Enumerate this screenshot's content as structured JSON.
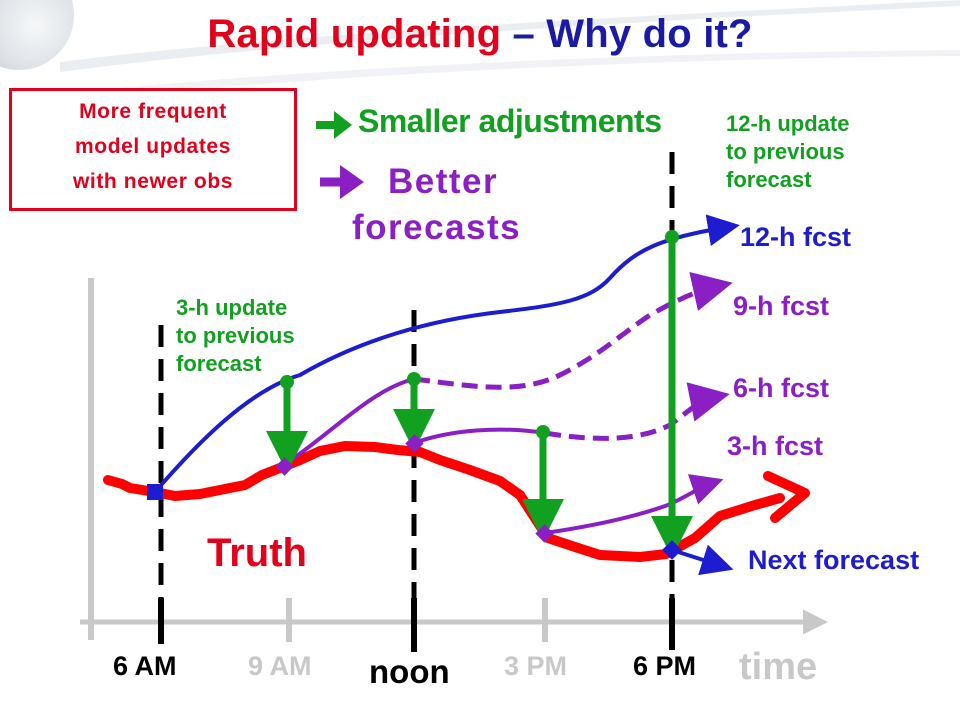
{
  "title": {
    "part1": "Rapid updating",
    "part2": " – Why do it?"
  },
  "box_text": [
    "More frequent",
    "model updates",
    "with newer obs"
  ],
  "result1": "Smaller adjustments",
  "result2_line1": "Better",
  "result2_line2": "forecasts",
  "update12_note": [
    "12-h update",
    "to previous",
    "forecast"
  ],
  "update3_note": [
    "3-h update",
    "to previous",
    "forecast"
  ],
  "series_labels": {
    "fcst12": "12-h fcst",
    "fcst9": "9-h fcst",
    "fcst6": "6-h fcst",
    "fcst3": "3-h fcst",
    "next": "Next forecast",
    "truth": "Truth"
  },
  "axis": {
    "ticks": [
      {
        "label": "6 AM",
        "emphasis": true
      },
      {
        "label": "9 AM",
        "emphasis": false
      },
      {
        "label": "noon",
        "emphasis": true
      },
      {
        "label": "3 PM",
        "emphasis": false
      },
      {
        "label": "6 PM",
        "emphasis": true
      }
    ],
    "label": "time"
  },
  "arrow_glyph": "➔",
  "colors": {
    "title_red": "#e3001b",
    "title_blue": "#1a1aa6",
    "truth": "#ff0000",
    "forecast_blue": "#1d1dcf",
    "forecast_purple": "#8a1fc3",
    "update_green": "#12a021",
    "axis_gray": "#c8c8c8"
  }
}
